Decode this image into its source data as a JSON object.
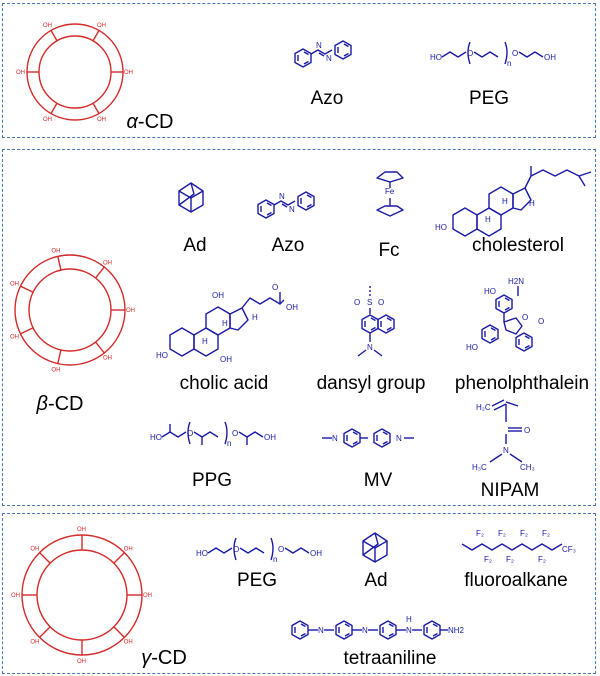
{
  "panels": {
    "alpha": {
      "cd_prefix": "α",
      "cd_suffix": "-CD",
      "guests": [
        "Azo",
        "PEG"
      ]
    },
    "beta": {
      "cd_prefix": "β",
      "cd_suffix": "-CD",
      "guests": [
        "Ad",
        "Azo",
        "Fc",
        "cholesterol",
        "cholic acid",
        "dansyl group",
        "phenolphthalein",
        "PPG",
        "MV",
        "NIPAM"
      ]
    },
    "gamma": {
      "cd_prefix": "γ",
      "cd_suffix": "-CD",
      "guests": [
        "PEG",
        "Ad",
        "fluoroalkane",
        "tetraaniline"
      ]
    }
  },
  "atoms": {
    "OH": "OH",
    "HO": "HO",
    "O": "O",
    "n": "n",
    "N": "N",
    "H": "H",
    "Fe": "Fe",
    "S": "S",
    "NH2": "NH2",
    "H2N": "H2N",
    "H2C": "H₂C",
    "H3C": "H₃C",
    "CH3": "CH₃",
    "F2": "F₂",
    "CF3": "CF₃"
  },
  "colors": {
    "host": "#d42a2a",
    "guest": "#1a1aa6",
    "border": "#4a78b5"
  }
}
